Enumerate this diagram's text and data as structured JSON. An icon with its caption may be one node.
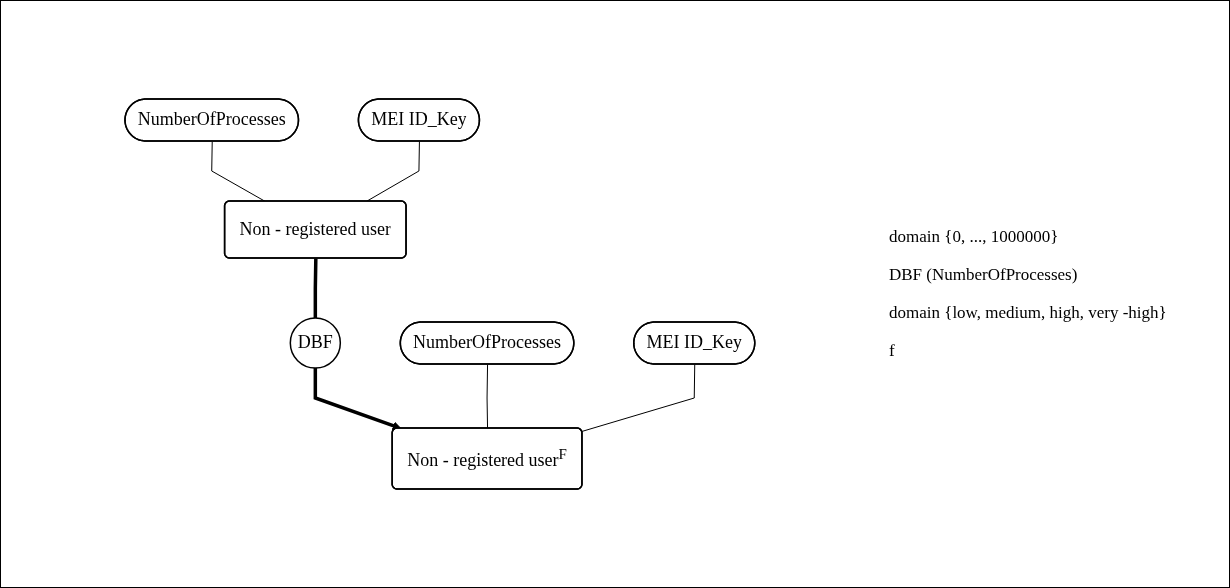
{
  "diagram": {
    "nodes": [
      {
        "text": [
          "NumberOfProcesses"
        ]
      },
      {
        "text": [
          "Non - registered user"
        ]
      },
      {
        "text": [
          "MEI ID_Key"
        ]
      },
      {
        "text": [
          "DBF"
        ]
      },
      {
        "text": [
          "NumberOfProcesses"
        ]
      },
      {
        "text": [
          "MEI ID_Key"
        ]
      },
      {
        "text": [
          "Non - registered user$^{F}$"
        ]
      }
    ],
    "edges": [
      {
        "from": 0,
        "to": 1,
        "arrow": "none"
      },
      {
        "from": 2,
        "to": 1,
        "arrow": "none"
      },
      {
        "from": 1,
        "to": 3,
        "arrow": "none",
        "style": "thick"
      },
      {
        "from": 3,
        "to": 6,
        "arrow": "to",
        "style": "thick"
      },
      {
        "from": 4,
        "to": 6,
        "arrow": "none"
      },
      {
        "from": 5,
        "to": 6,
        "arrow": "none"
      }
    ],
    "labels": [
      "domain {0, ..., 1000000}",
      "DBF (NumberOfProcesses)",
      "domain {low, medium, high, very -high}",
      "f"
    ]
  }
}
